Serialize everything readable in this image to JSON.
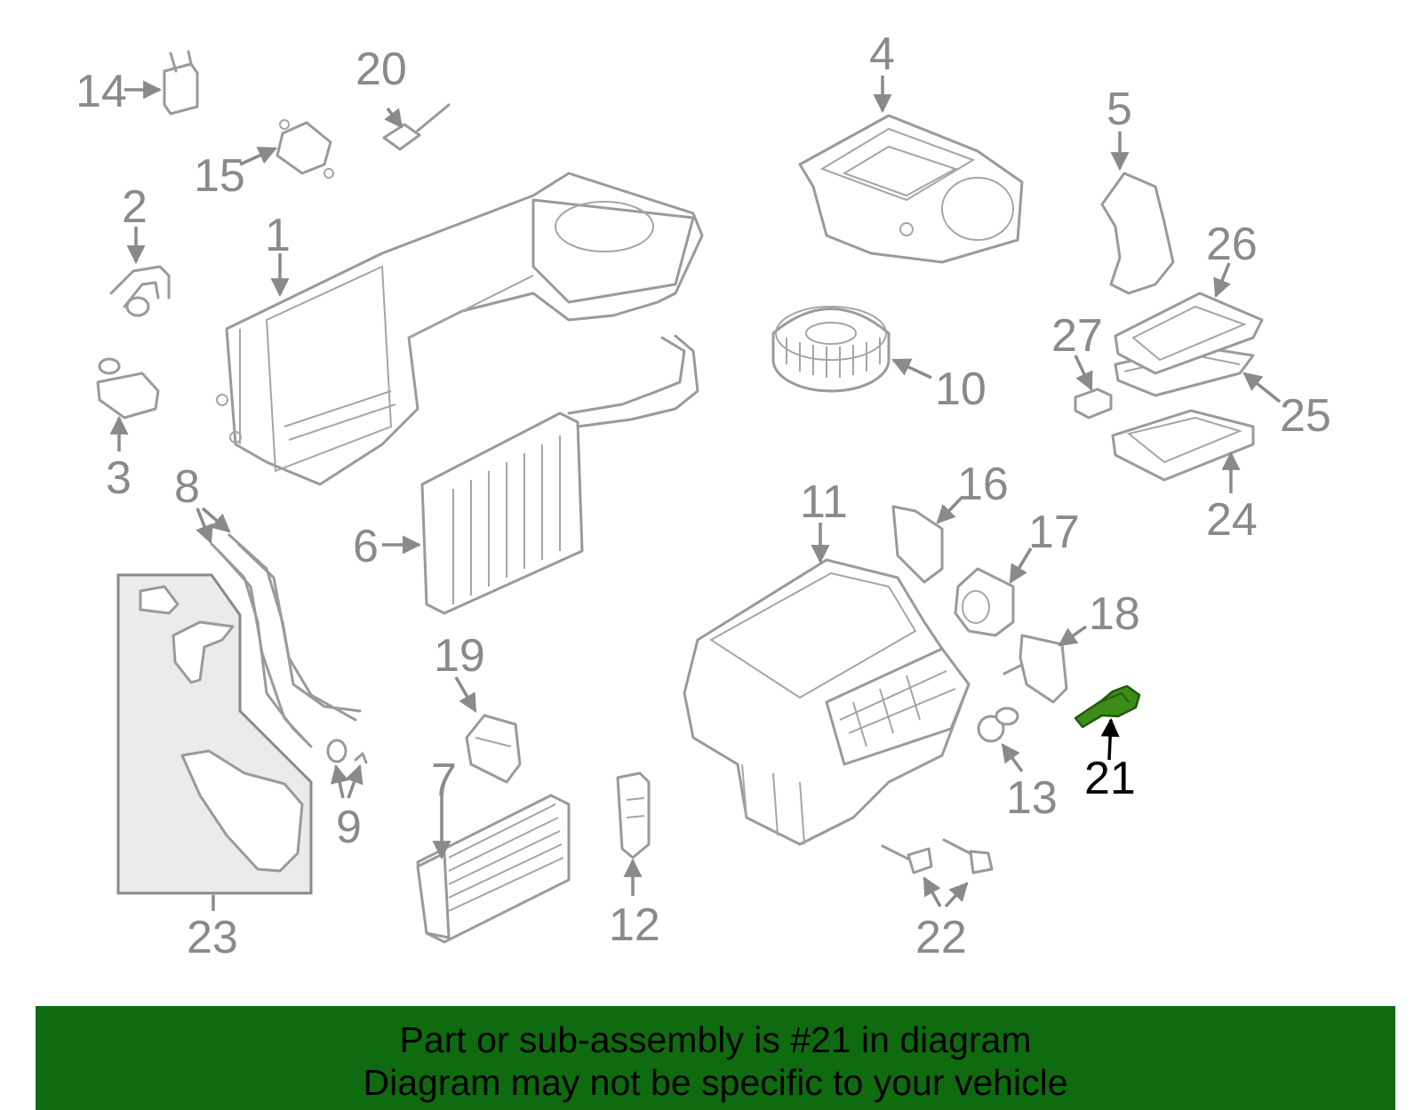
{
  "callouts": {
    "p1": "1",
    "p2": "2",
    "p3": "3",
    "p4": "4",
    "p5": "5",
    "p6": "6",
    "p7": "7",
    "p8": "8",
    "p9": "9",
    "p10": "10",
    "p11": "11",
    "p12": "12",
    "p13": "13",
    "p14": "14",
    "p15": "15",
    "p16": "16",
    "p17": "17",
    "p18": "18",
    "p19": "19",
    "p20": "20",
    "p21": "21",
    "p22": "22",
    "p23": "23",
    "p24": "24",
    "p25": "25",
    "p26": "26",
    "p27": "27"
  },
  "highlighted_part": "21",
  "colors": {
    "highlight_fill": "#3d8c17",
    "banner_bg": "#0f6b0f",
    "callout_text": "#8a8a8a",
    "part_outline": "#9a9a9a"
  },
  "banner": {
    "line1": "Part or sub-assembly is #21 in diagram",
    "line2": "Diagram may not be specific to your vehicle"
  }
}
